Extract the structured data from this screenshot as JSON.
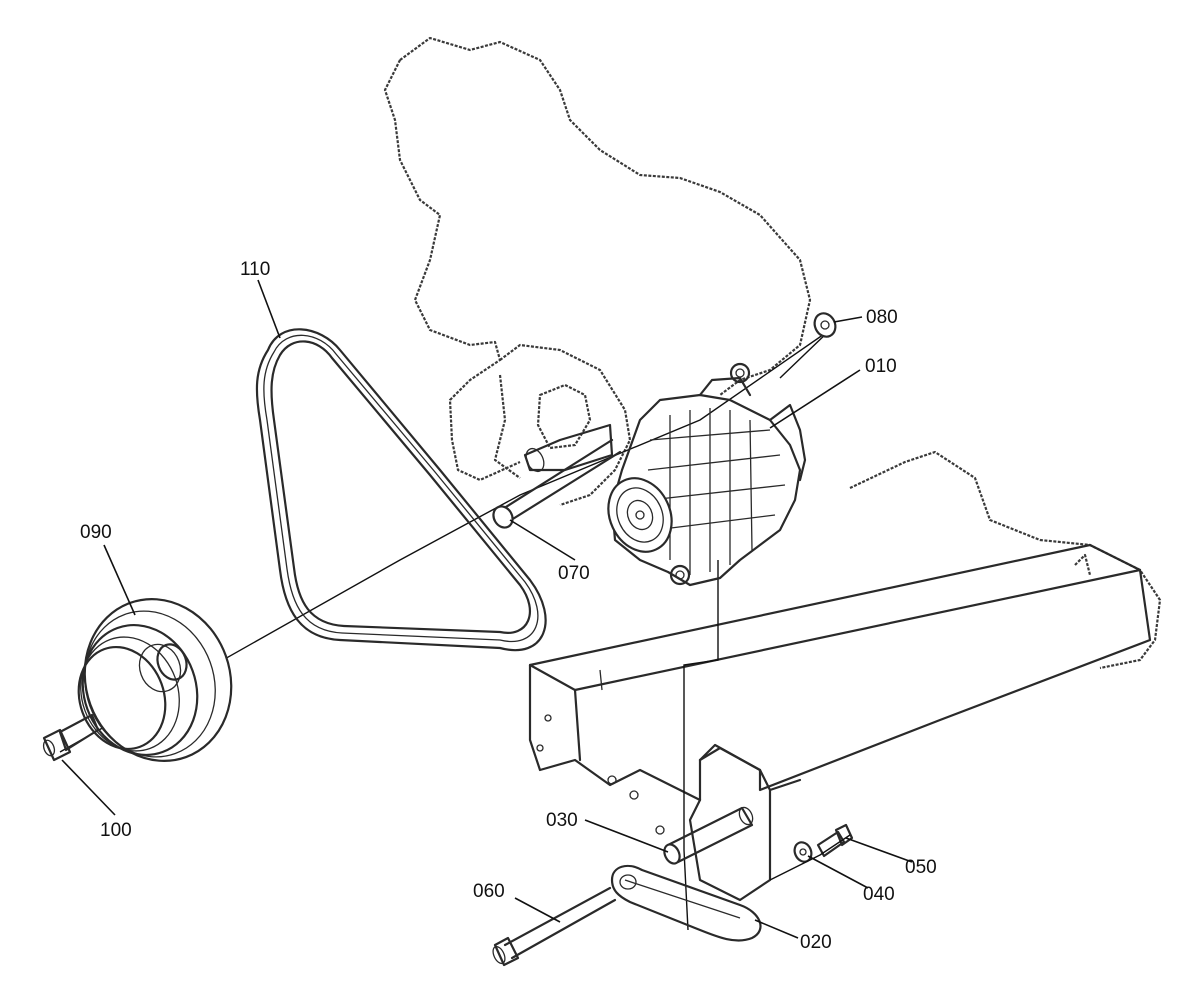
{
  "callouts": [
    {
      "id": "010",
      "label": "010"
    },
    {
      "id": "020",
      "label": "020"
    },
    {
      "id": "030",
      "label": "030"
    },
    {
      "id": "040",
      "label": "040"
    },
    {
      "id": "050",
      "label": "050"
    },
    {
      "id": "060",
      "label": "060"
    },
    {
      "id": "070",
      "label": "070"
    },
    {
      "id": "080",
      "label": "080"
    },
    {
      "id": "090",
      "label": "090"
    },
    {
      "id": "100",
      "label": "100"
    },
    {
      "id": "110",
      "label": "110"
    }
  ]
}
